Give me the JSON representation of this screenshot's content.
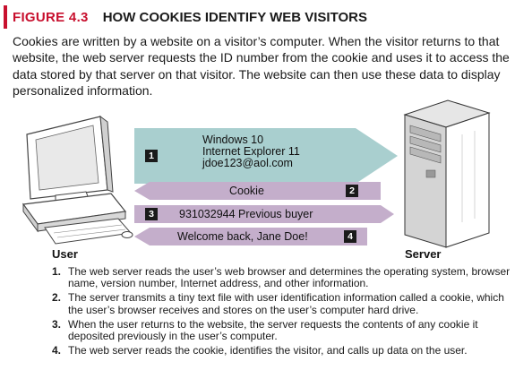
{
  "figure": {
    "label": "FIGURE 4.3",
    "title": "HOW COOKIES IDENTIFY WEB VISITORS",
    "intro": "Cookies are written by a website on a visitor’s computer. When the visitor returns to that website, the web server requests the ID number from the cookie and uses it to access the data stored by that server on that visitor. The website can then use these data to display personalized information.",
    "accent_color": "#c8102e"
  },
  "diagram": {
    "user_label": "User",
    "server_label": "Server",
    "arrow1": {
      "number": "1",
      "lines": [
        "Windows 10",
        "Internet Explorer 11",
        "jdoe123@aol.com"
      ],
      "color": "#a9cfcf"
    },
    "arrow2": {
      "number": "2",
      "text": "Cookie",
      "color": "#c4aecb"
    },
    "arrow3": {
      "number": "3",
      "text": "931032944 Previous buyer",
      "color": "#c4aecb"
    },
    "arrow4": {
      "number": "4",
      "text": "Welcome back, Jane Doe!",
      "color": "#c4aecb"
    },
    "icons": [
      "computer-icon",
      "server-tower-icon"
    ]
  },
  "steps": [
    {
      "number": "1.",
      "text": "The web server reads the user’s web browser and determines the operating system, browser name, version number, Internet address, and other information."
    },
    {
      "number": "2.",
      "text": "The server transmits a tiny text file with user identification information called a cookie, which the user’s browser receives and stores on the user’s computer hard drive."
    },
    {
      "number": "3.",
      "text": "When the user returns to the website, the server requests the contents of any cookie it deposited previously in the user’s computer."
    },
    {
      "number": "4.",
      "text": "The web server reads the cookie, identifies the visitor, and calls up data on the user."
    }
  ]
}
